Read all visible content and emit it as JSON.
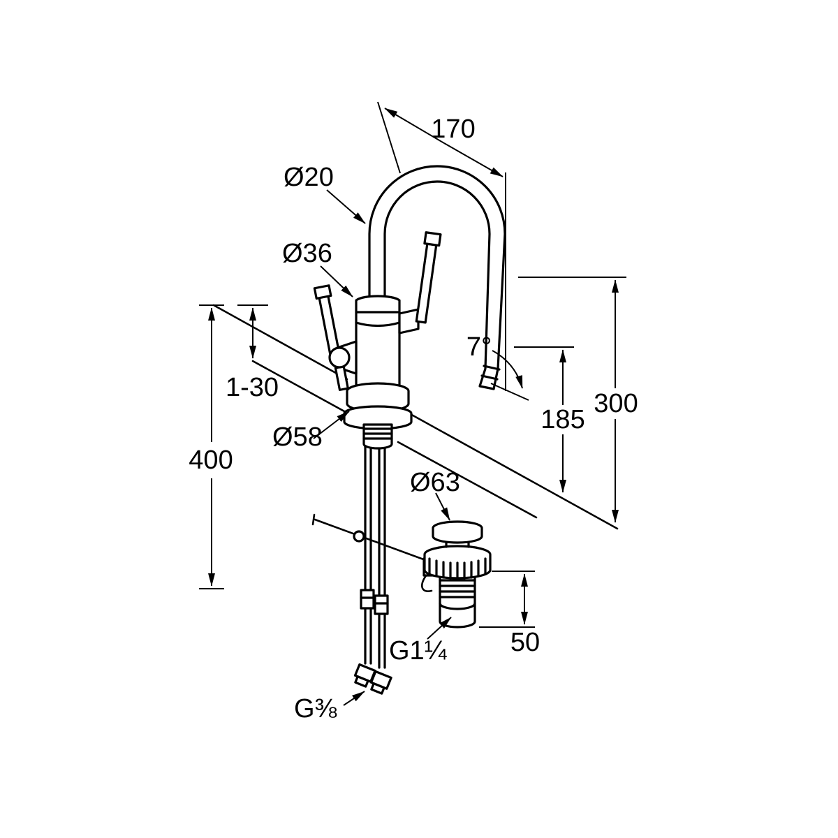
{
  "meta": {
    "background": "#ffffff",
    "line_color": "#000000",
    "drawing_type": "faucet dimensional diagram"
  },
  "labels": {
    "spout_reach": "170",
    "spout_tube_diameter": "Ø20",
    "body_diameter": "Ø36",
    "spout_angle": "7°",
    "deck_thickness_range": "1-30",
    "base_flange_diameter": "Ø58",
    "total_height": "400",
    "outlet_height": "185",
    "spout_top_height": "300",
    "waste_plug_diameter": "Ø63",
    "waste_tail_length": "50",
    "waste_thread": "G1¼",
    "supply_thread": "G⅜"
  }
}
